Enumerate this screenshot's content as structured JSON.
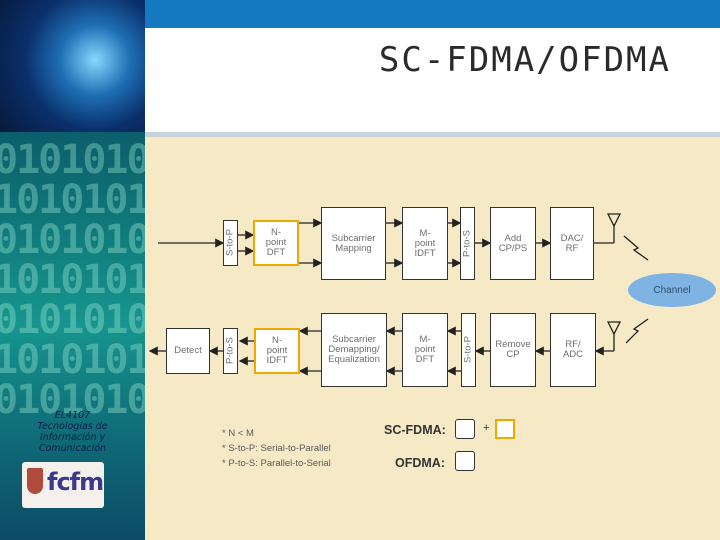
{
  "slide": {
    "title": "SC-FDMA/OFDMA",
    "course_lines": [
      "EL4107",
      "Tecnologías de",
      "Información y",
      "Comunicación"
    ],
    "logo_text": "fcfm"
  },
  "transmitter": {
    "blocks": [
      "S-to-P",
      "N-\npoint\nDFT",
      "Subcarrier\nMapping",
      "M-\npoint\nIDFT",
      "P-to-S",
      "Add\nCP/PS",
      "DAC/\nRF"
    ]
  },
  "channel": {
    "label": "Channel"
  },
  "receiver": {
    "blocks": [
      "Detect",
      "P-to-S",
      "N-\npoint\nIDFT",
      "Subcarrier\nDemapping/\nEqualization",
      "M-\npoint\nDFT",
      "S-to-P",
      "Remove\nCP",
      "RF/\nADC"
    ]
  },
  "notes": [
    "* N < M",
    "* S-to-P: Serial-to-Parallel",
    "* P-to-S: Parallel-to-Serial"
  ],
  "legend": {
    "scfdma_label": "SC-FDMA:",
    "plus": "+",
    "ofdma_label": "OFDMA:"
  },
  "colors": {
    "dft_highlight": "#f0a800",
    "channel": "#7fb3e3",
    "header_blue": "#1479bf",
    "diagram_bg": "#f5e9c6"
  }
}
